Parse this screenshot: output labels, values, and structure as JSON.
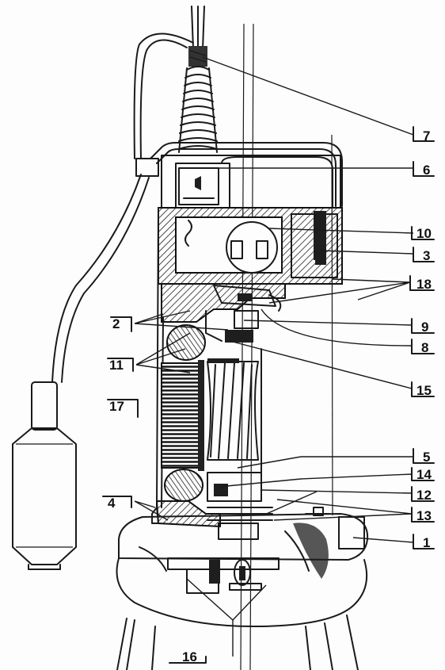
{
  "callouts": [
    {
      "id": "c7",
      "text": "7"
    },
    {
      "id": "c6",
      "text": "6"
    },
    {
      "id": "c10",
      "text": "10"
    },
    {
      "id": "c3",
      "text": "3"
    },
    {
      "id": "c18",
      "text": "18"
    },
    {
      "id": "c2",
      "text": "2"
    },
    {
      "id": "c9",
      "text": "9"
    },
    {
      "id": "c8",
      "text": "8"
    },
    {
      "id": "c11",
      "text": "11"
    },
    {
      "id": "c15",
      "text": "15"
    },
    {
      "id": "c17",
      "text": "17"
    },
    {
      "id": "c5",
      "text": "5"
    },
    {
      "id": "c14",
      "text": "14"
    },
    {
      "id": "c12",
      "text": "12"
    },
    {
      "id": "c4",
      "text": "4"
    },
    {
      "id": "c13",
      "text": "13"
    },
    {
      "id": "c1",
      "text": "1"
    },
    {
      "id": "c16",
      "text": "16"
    }
  ]
}
